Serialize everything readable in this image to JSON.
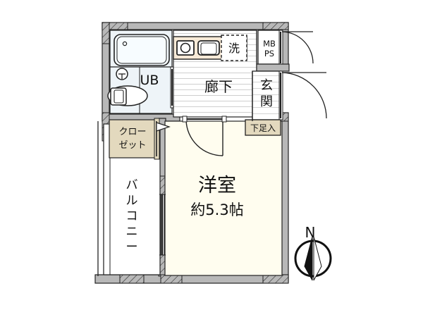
{
  "plan": {
    "type": "floor-plan",
    "layout_code": "1R",
    "background_color": "#ffffff",
    "wall_color": "#b8b8b8",
    "wall_outline_color": "#222222",
    "room_fill_color": "#fffdef",
    "bath_fill_color": "#eef4f8",
    "corridor_fill_color": "#ffffff",
    "closet_fill_color": "#e3d9be",
    "kitchen_fill_color": "#f7ead7",
    "text_color": "#111111"
  },
  "rooms": {
    "main_room": {
      "name": "洋室",
      "size": "約5.3帖"
    },
    "corridor": {
      "name": "廊下"
    },
    "entrance": {
      "name": "玄関"
    },
    "shoe_box": {
      "name": "下足入"
    },
    "unit_bath": {
      "name": "UB"
    },
    "washer": {
      "name": "洗"
    },
    "meter_box": {
      "line1": "MB",
      "line2": "PS"
    },
    "closet": {
      "line1": "クロー",
      "line2": "ゼット"
    },
    "balcony": {
      "chars": [
        "バ",
        "ル",
        "コ",
        "ニ",
        "ー"
      ]
    }
  },
  "compass": {
    "label": "N"
  }
}
